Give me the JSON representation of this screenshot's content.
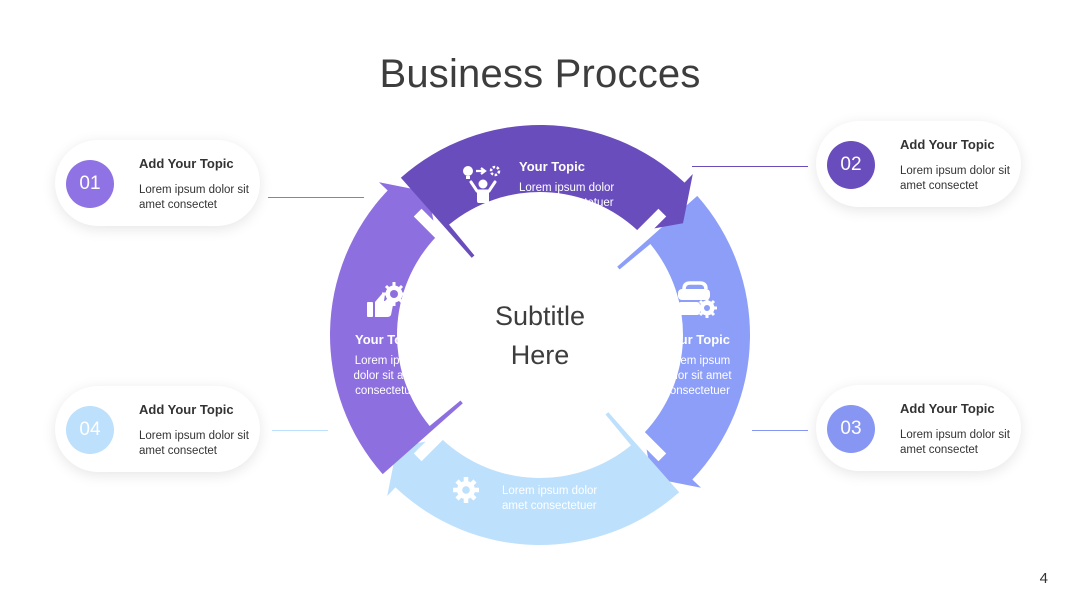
{
  "title": "Business Procces",
  "center": {
    "line1": "Subtitle",
    "line2": "Here"
  },
  "page_number": "4",
  "colors": {
    "seg1": "#6a4dbd",
    "seg2": "#8c9ef8",
    "seg3": "#bde0fd",
    "seg4": "#8e6fe0",
    "badge1": "#8f73e4",
    "badge2": "#6a4dbd",
    "badge3": "#8896f3",
    "badge4": "#bde0fd"
  },
  "segments": [
    {
      "title": "Your Topic",
      "text": "Lorem ipsum dolor amet consectetuer",
      "icon": "teamwork-idea-icon"
    },
    {
      "title": "Your Topic",
      "text": "Lorem ipsum dolor sit amet consectetuer",
      "icon": "toolbox-gear-icon"
    },
    {
      "title": "Your Topic",
      "text": "Lorem ipsum dolor amet consectetuer",
      "icon": "gear-icon"
    },
    {
      "title": "Your Topic",
      "text": "Lorem ipsum dolor sit amet consectetuer",
      "icon": "thumbs-up-gear-icon"
    }
  ],
  "cards": [
    {
      "number": "01",
      "title": "Add Your Topic",
      "text": "Lorem ipsum dolor sit amet consectet"
    },
    {
      "number": "02",
      "title": "Add Your Topic",
      "text": "Lorem ipsum dolor sit amet consectet"
    },
    {
      "number": "03",
      "title": "Add Your Topic",
      "text": "Lorem ipsum dolor sit amet consectet"
    },
    {
      "number": "04",
      "title": "Add Your Topic",
      "text": "Lorem ipsum dolor sit amet consectet"
    }
  ]
}
